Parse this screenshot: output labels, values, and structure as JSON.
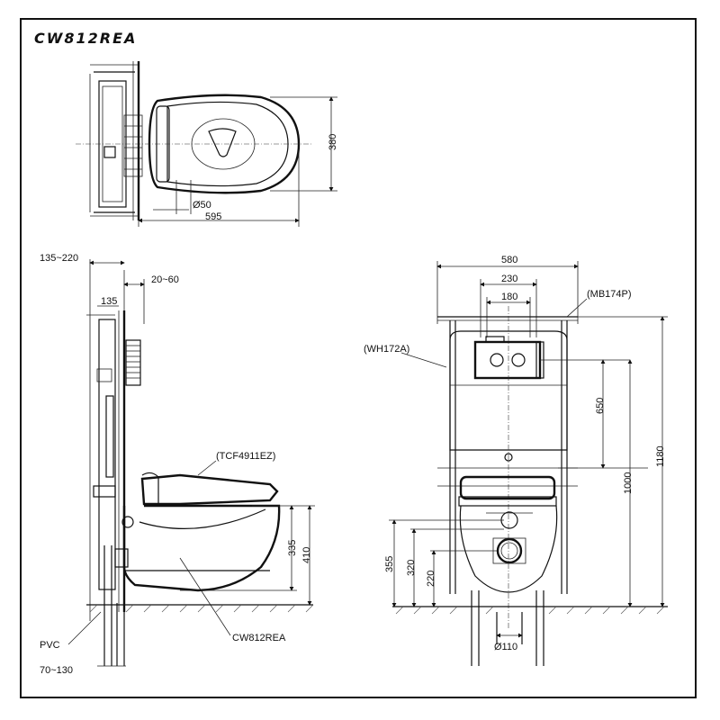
{
  "title": "CW812REA",
  "top_view": {
    "dims": {
      "width": "595",
      "depth": "380",
      "pipe": "Ø50"
    }
  },
  "side_view": {
    "dims": {
      "wall_gap": "135~220",
      "offset": "20~60",
      "inner": "135",
      "height_a": "335",
      "height_b": "410",
      "floor": "70~130"
    },
    "labels": {
      "seat": "(TCF4911EZ)",
      "pvc": "PVC",
      "bowl": "CW812REA"
    }
  },
  "front_view": {
    "dims": {
      "width": "580",
      "span_a": "230",
      "span_b": "180",
      "h_650": "650",
      "h_1000": "1000",
      "h_1180": "1180",
      "h_355": "355",
      "h_320": "320",
      "h_220": "220",
      "drain": "Ø110"
    },
    "labels": {
      "plate": "(MB174P)",
      "frame": "(WH172A)"
    }
  }
}
